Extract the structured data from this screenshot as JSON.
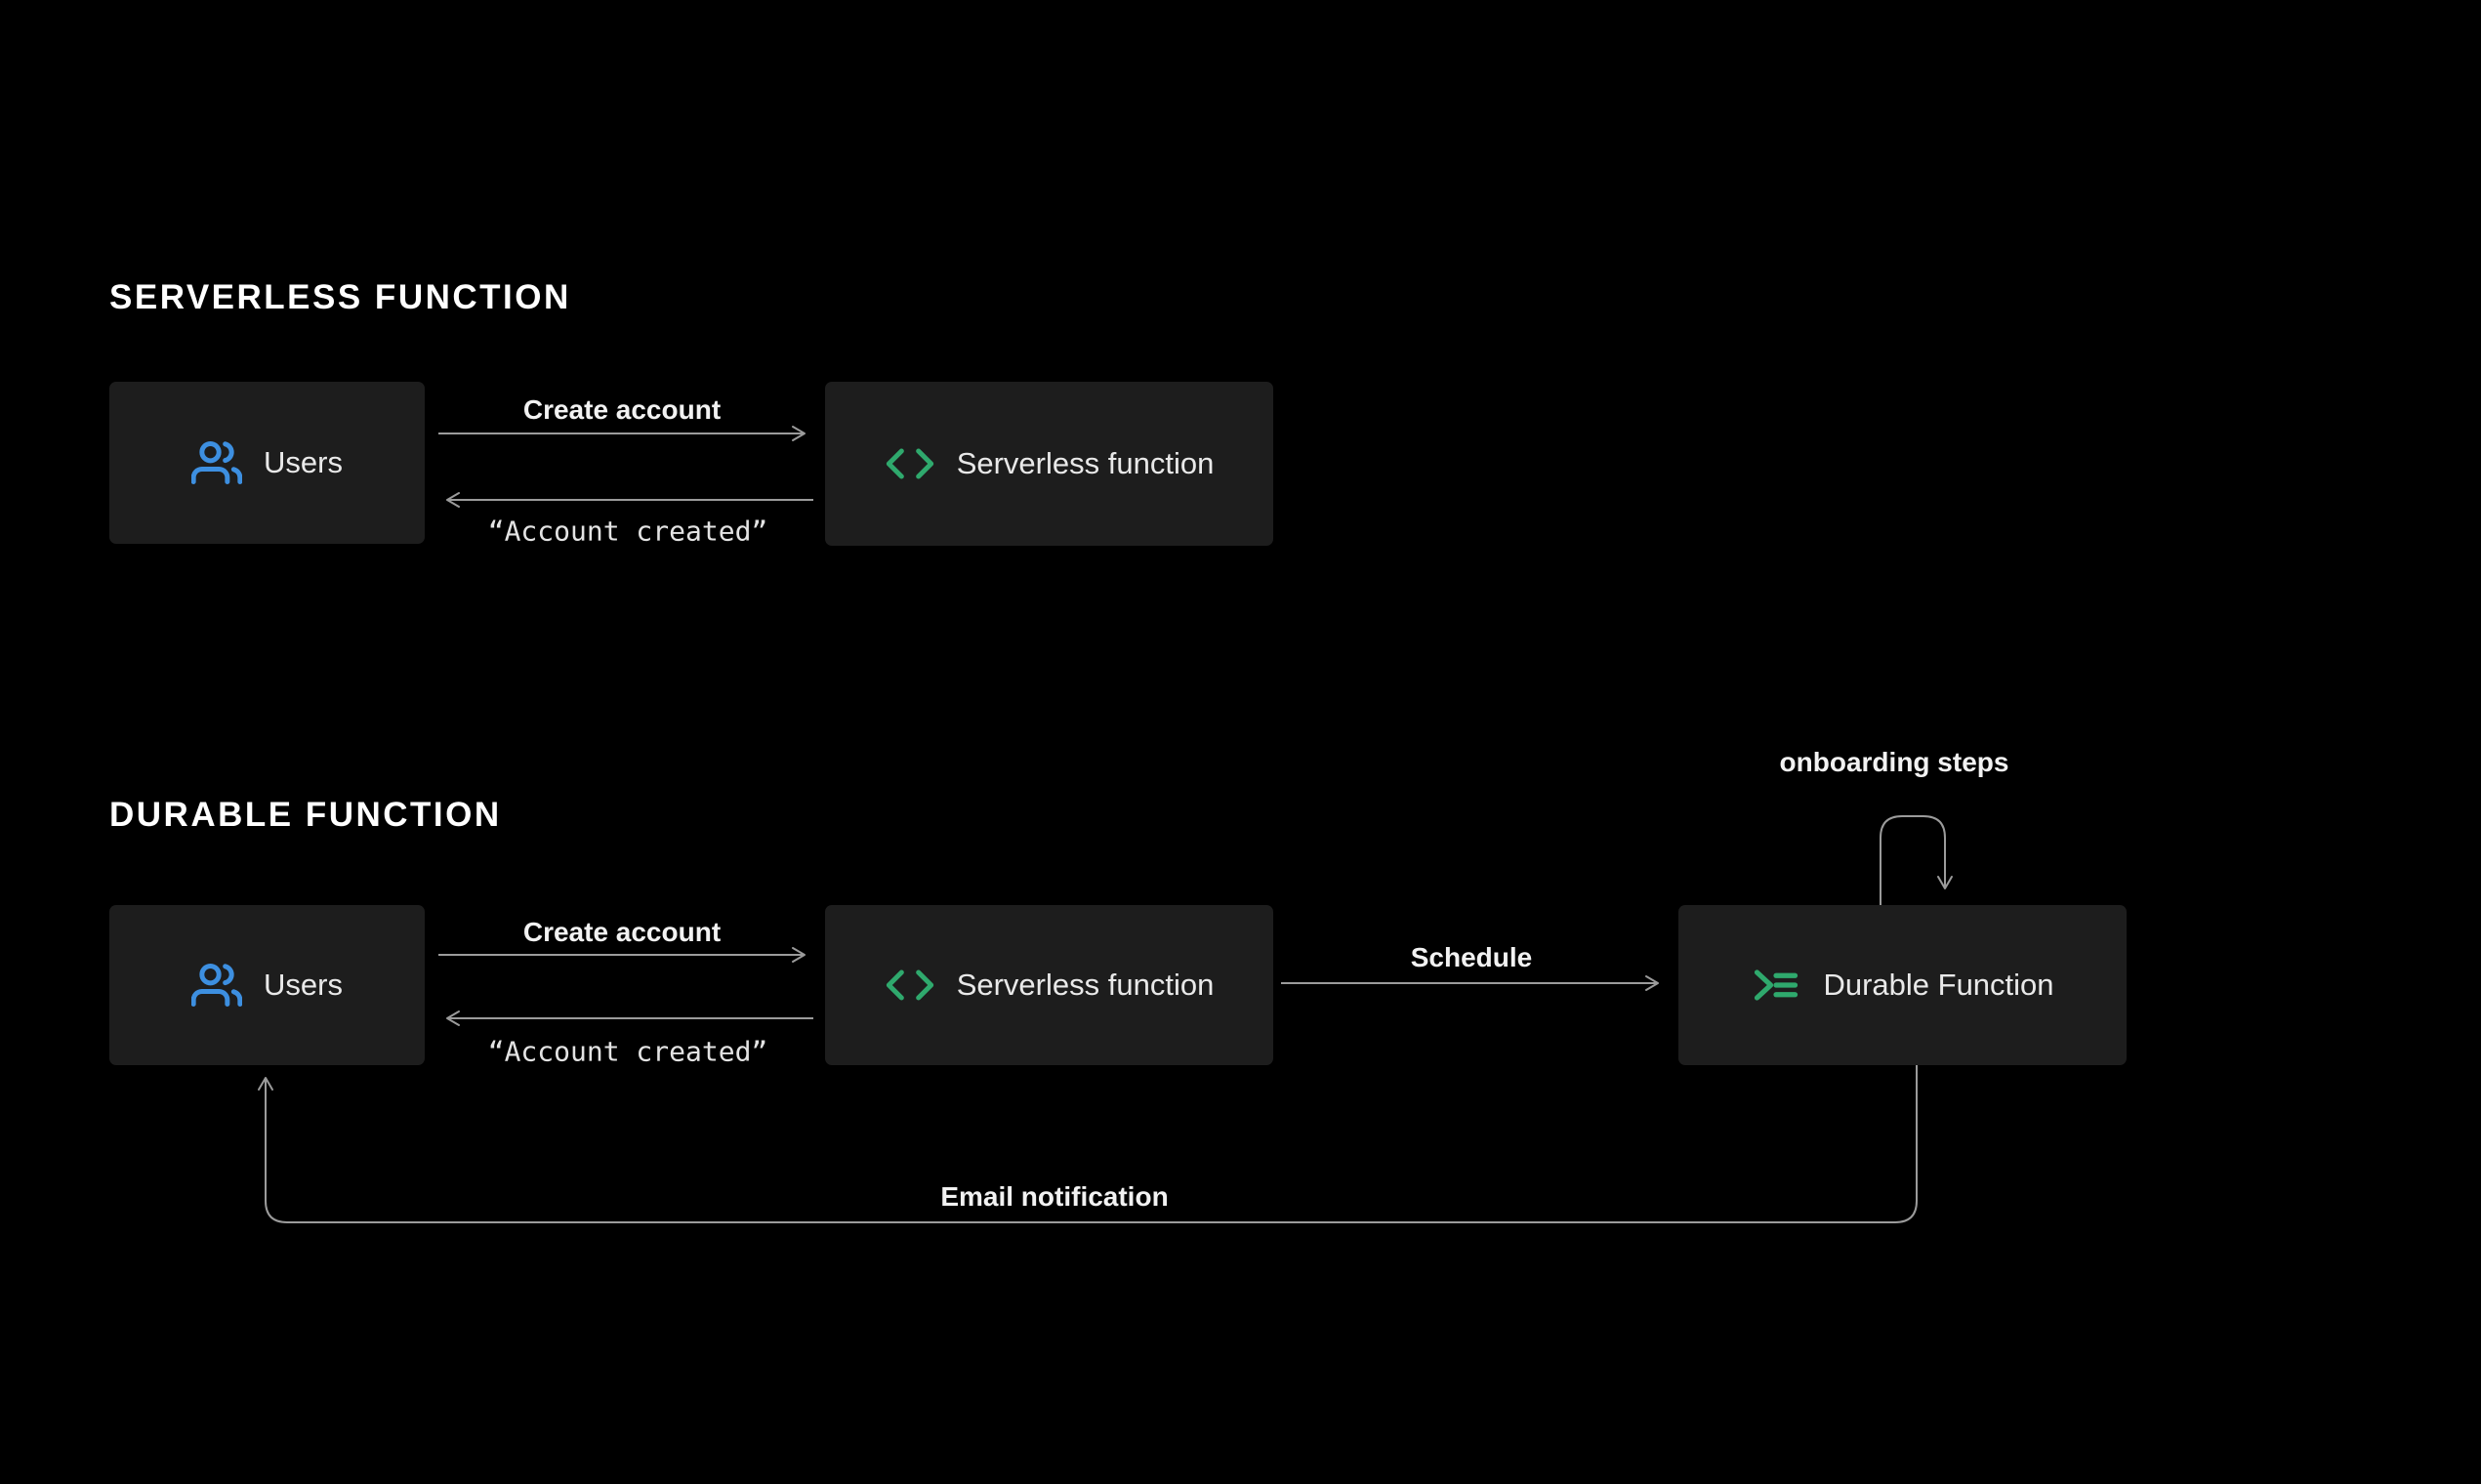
{
  "diagram": {
    "colors": {
      "background": "#000000",
      "box_background": "#1d1d1d",
      "box_text": "#e9e9e9",
      "heading_text": "#ffffff",
      "arrow_stroke": "#9b9b9b",
      "users_icon": "#3d8fe0",
      "code_icon": "#2fa96d",
      "durable_icon": "#2fa96d"
    },
    "section1": {
      "heading": "SERVERLESS FUNCTION",
      "users_label": "Users",
      "serverless_label": "Serverless function",
      "create_account_label": "Create account",
      "account_created_label": "“Account created”"
    },
    "section2": {
      "heading": "DURABLE FUNCTION",
      "users_label": "Users",
      "serverless_label": "Serverless function",
      "durable_label": "Durable Function",
      "create_account_label": "Create account",
      "account_created_label": "“Account created”",
      "schedule_label": "Schedule",
      "onboarding_label": "onboarding steps",
      "email_label": "Email notification"
    },
    "icons": {
      "users": "users-icon",
      "serverless": "code-icon",
      "durable": "durable-function-icon"
    }
  }
}
